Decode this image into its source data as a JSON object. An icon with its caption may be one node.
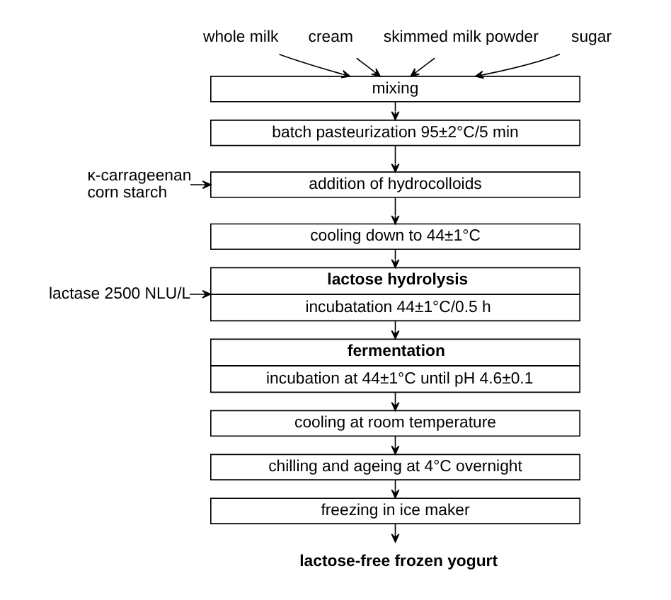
{
  "diagram": {
    "nodes": [
      {
        "text": [
          "whole milk"
        ]
      },
      {
        "text": [
          "cream"
        ]
      },
      {
        "text": [
          "skimmed milk powder"
        ]
      },
      {
        "text": [
          "sugar"
        ]
      },
      {
        "text": [
          "mixing"
        ]
      },
      {
        "text": [
          "batch pasteurization 95±2°C/5 min"
        ]
      },
      {
        "text": [
          "addition of hydrocolloids"
        ]
      },
      {
        "text": [
          "κ-carrageenan corn starch"
        ]
      },
      {
        "text": [
          "cooling down to 44±1°C"
        ]
      },
      {
        "text": [
          "lactose hydrolysis",
          "incubatation 44±1°C/0.5 h"
        ]
      },
      {
        "text": [
          "lactase 2500 NLU/L"
        ]
      },
      {
        "text": [
          "fermentation",
          "incubation at 44±1°C until pH 4.6±0.1"
        ]
      },
      {
        "text": [
          "cooling at room temperature"
        ]
      },
      {
        "text": [
          "chilling and ageing at 4°C overnight"
        ]
      },
      {
        "text": [
          "freezing in ice maker"
        ]
      },
      {
        "text": [
          "lactose-free frozen yogurt"
        ]
      }
    ],
    "edges": [
      {
        "from": 0,
        "to": 4,
        "arrow": "to"
      },
      {
        "from": 1,
        "to": 4,
        "arrow": "to"
      },
      {
        "from": 2,
        "to": 4,
        "arrow": "to"
      },
      {
        "from": 3,
        "to": 4,
        "arrow": "to"
      },
      {
        "from": 4,
        "to": 5,
        "arrow": "to"
      },
      {
        "from": 5,
        "to": 6,
        "arrow": "to"
      },
      {
        "from": 7,
        "to": 6,
        "arrow": "to"
      },
      {
        "from": 6,
        "to": 8,
        "arrow": "to"
      },
      {
        "from": 8,
        "to": 9,
        "arrow": "to"
      },
      {
        "from": 10,
        "to": 9,
        "arrow": "to"
      },
      {
        "from": 9,
        "to": 11,
        "arrow": "to"
      },
      {
        "from": 11,
        "to": 12,
        "arrow": "to"
      },
      {
        "from": 12,
        "to": 13,
        "arrow": "to"
      },
      {
        "from": 13,
        "to": 14,
        "arrow": "to"
      },
      {
        "from": 14,
        "to": 15,
        "arrow": "to"
      }
    ]
  }
}
